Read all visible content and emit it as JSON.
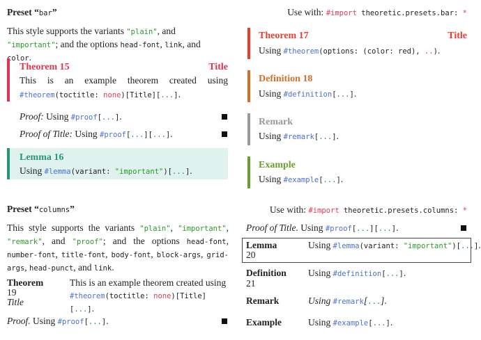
{
  "colors": {
    "theorem_bar": "#e0354f",
    "lemma_bar": "#2a9479",
    "lemma_bg": "#e0f2ee",
    "theorem17": "#f03a2e",
    "definition": "#d0702a",
    "remark": "#999999",
    "example": "#6a9e2e",
    "fn": "#4b6fd6",
    "string": "#2a9a2a",
    "keyword": "#e23b55"
  },
  "icons": {
    "qed": "black-square-icon"
  },
  "bar": {
    "heading": [
      [
        "b",
        "Preset “"
      ],
      [
        "m",
        "bar"
      ],
      [
        "b",
        "”"
      ]
    ],
    "use_with": [
      [
        "t",
        "Use with: "
      ],
      [
        "k",
        "#import"
      ],
      [
        "m",
        " theoretic.presets.bar: "
      ],
      [
        "k",
        "*"
      ]
    ],
    "intro": [
      [
        "t",
        "This style supports the variants "
      ],
      [
        "s",
        "\"plain\""
      ],
      [
        "t",
        ", and "
      ],
      [
        "s",
        "\"important\""
      ],
      [
        "t",
        "; and the options "
      ],
      [
        "m",
        "head-font"
      ],
      [
        "t",
        ", "
      ],
      [
        "m",
        "link"
      ],
      [
        "t",
        ", and "
      ],
      [
        "m",
        "color"
      ],
      [
        "t",
        "."
      ]
    ],
    "thm15_head": [
      [
        "t",
        "Theorem 15"
      ]
    ],
    "thm15_title": [
      [
        "t",
        "Title"
      ]
    ],
    "thm15_body1": [
      [
        "t",
        "This is an example theorem created using"
      ]
    ],
    "thm15_body2": [
      [
        "f",
        "#theorem"
      ],
      [
        "m",
        "(toctitle: "
      ],
      [
        "k",
        "none"
      ],
      [
        "m",
        ")[Title]["
      ],
      [
        "d",
        "..."
      ],
      [
        "m",
        "]"
      ],
      [
        "t",
        "."
      ]
    ],
    "proof": [
      [
        "i",
        "Proof:"
      ],
      [
        "t",
        "  Using "
      ],
      [
        "f",
        "#proof"
      ],
      [
        "m",
        "["
      ],
      [
        "d",
        "..."
      ],
      [
        "m",
        "]"
      ],
      [
        "t",
        "."
      ]
    ],
    "proof_title": [
      [
        "i",
        "Proof of Title:"
      ],
      [
        "t",
        "  Using "
      ],
      [
        "f",
        "#proof"
      ],
      [
        "m",
        "["
      ],
      [
        "d",
        "..."
      ],
      [
        "m",
        "]["
      ],
      [
        "d",
        "..."
      ],
      [
        "m",
        "]"
      ],
      [
        "t",
        "."
      ]
    ],
    "lemma16_head": [
      [
        "t",
        "Lemma 16"
      ]
    ],
    "lemma16_body": [
      [
        "t",
        "Using "
      ],
      [
        "f",
        "#lemma"
      ],
      [
        "m",
        "(variant: "
      ],
      [
        "s",
        "\"important\""
      ],
      [
        "m",
        ")["
      ],
      [
        "d",
        "..."
      ],
      [
        "m",
        "]"
      ],
      [
        "t",
        "."
      ]
    ],
    "thm17_head": [
      [
        "t",
        "Theorem 17"
      ]
    ],
    "thm17_title": [
      [
        "t",
        "Title"
      ]
    ],
    "thm17_body": [
      [
        "t",
        "Using "
      ],
      [
        "f",
        "#theorem"
      ],
      [
        "m",
        "(options: (color: red), "
      ],
      [
        "k",
        ".."
      ],
      [
        "m",
        ")"
      ],
      [
        "t",
        "."
      ]
    ],
    "def18_head": [
      [
        "t",
        "Definition 18"
      ]
    ],
    "def18_body": [
      [
        "t",
        "Using "
      ],
      [
        "f",
        "#definition"
      ],
      [
        "m",
        "["
      ],
      [
        "d",
        "..."
      ],
      [
        "m",
        "]"
      ],
      [
        "t",
        "."
      ]
    ],
    "remark_head": [
      [
        "t",
        "Remark"
      ]
    ],
    "remark_body": [
      [
        "t",
        "Using "
      ],
      [
        "f",
        "#remark"
      ],
      [
        "m",
        "["
      ],
      [
        "d",
        "..."
      ],
      [
        "m",
        "]"
      ],
      [
        "t",
        "."
      ]
    ],
    "example_head": [
      [
        "t",
        "Example"
      ]
    ],
    "example_body": [
      [
        "t",
        "Using "
      ],
      [
        "f",
        "#example"
      ],
      [
        "m",
        "["
      ],
      [
        "d",
        "..."
      ],
      [
        "m",
        "]"
      ],
      [
        "t",
        "."
      ]
    ]
  },
  "columns": {
    "heading": [
      [
        "b",
        "Preset “"
      ],
      [
        "m",
        "columns"
      ],
      [
        "b",
        "”"
      ]
    ],
    "use_with": [
      [
        "t",
        "Use with: "
      ],
      [
        "k",
        "#import"
      ],
      [
        "m",
        " theoretic.presets.columns: "
      ],
      [
        "k",
        "*"
      ]
    ],
    "intro": [
      [
        "t",
        "This style supports the variants "
      ],
      [
        "s",
        "\"plain\""
      ],
      [
        "t",
        ", "
      ],
      [
        "s",
        "\"important\""
      ],
      [
        "t",
        ", "
      ],
      [
        "s",
        "\"remark\""
      ],
      [
        "t",
        ", and "
      ],
      [
        "s",
        "\"proof\""
      ],
      [
        "t",
        "; and the options "
      ],
      [
        "m",
        "head-font"
      ],
      [
        "t",
        ", "
      ],
      [
        "m",
        "number-font"
      ],
      [
        "t",
        ", "
      ],
      [
        "m",
        "title-font"
      ],
      [
        "t",
        ", "
      ],
      [
        "m",
        "body-font"
      ],
      [
        "t",
        ", "
      ],
      [
        "m",
        "block-args"
      ],
      [
        "t",
        ", "
      ],
      [
        "m",
        "grid-args"
      ],
      [
        "t",
        ", "
      ],
      [
        "m",
        "head-punct"
      ],
      [
        "t",
        ", and "
      ],
      [
        "m",
        "link"
      ],
      [
        "t",
        "."
      ]
    ],
    "thm19_label": [
      [
        "b",
        "Theorem"
      ]
    ],
    "thm19_num": [
      [
        "t",
        "19"
      ]
    ],
    "thm19_title": [
      [
        "i",
        "Title"
      ]
    ],
    "thm19_body": [
      [
        "t",
        "This is an example theorem created using "
      ],
      [
        "f",
        "#theorem"
      ],
      [
        "m",
        "(toctitle: "
      ],
      [
        "k",
        "none"
      ],
      [
        "m",
        ")[Title]["
      ],
      [
        "d",
        "..."
      ],
      [
        "m",
        "]"
      ],
      [
        "t",
        "."
      ]
    ],
    "proof": [
      [
        "i",
        "Proof."
      ],
      [
        "t",
        "  Using "
      ],
      [
        "f",
        "#proof"
      ],
      [
        "m",
        "["
      ],
      [
        "d",
        "..."
      ],
      [
        "m",
        "]"
      ],
      [
        "t",
        "."
      ]
    ],
    "proof_title": [
      [
        "i",
        "Proof of Title."
      ],
      [
        "t",
        "  Using "
      ],
      [
        "f",
        "#proof"
      ],
      [
        "m",
        "["
      ],
      [
        "d",
        "..."
      ],
      [
        "m",
        "]["
      ],
      [
        "d",
        "..."
      ],
      [
        "m",
        "]"
      ],
      [
        "t",
        "."
      ]
    ],
    "lemma_label": [
      [
        "b",
        "Lemma"
      ]
    ],
    "lemma_num": [
      [
        "t",
        "20"
      ]
    ],
    "lemma_body": [
      [
        "t",
        "Using "
      ],
      [
        "f",
        "#lemma"
      ],
      [
        "m",
        "(variant: "
      ],
      [
        "s",
        "\"important\""
      ],
      [
        "m",
        ")["
      ],
      [
        "d",
        "..."
      ],
      [
        "m",
        "]"
      ],
      [
        "t",
        "."
      ]
    ],
    "def_label": [
      [
        "b",
        "Definition"
      ]
    ],
    "def_num": [
      [
        "t",
        "21"
      ]
    ],
    "def_body": [
      [
        "t",
        "Using "
      ],
      [
        "f",
        "#definition"
      ],
      [
        "m",
        "["
      ],
      [
        "d",
        "..."
      ],
      [
        "m",
        "]"
      ],
      [
        "t",
        "."
      ]
    ],
    "remark_label": [
      [
        "b",
        "Remark"
      ]
    ],
    "remark_body": [
      [
        "i",
        "Using "
      ],
      [
        "f",
        "#remark"
      ],
      [
        "i",
        "["
      ],
      [
        "d",
        "..."
      ],
      [
        "i",
        "]"
      ],
      [
        "t",
        "."
      ]
    ],
    "example_label": [
      [
        "b",
        "Example"
      ]
    ],
    "example_body": [
      [
        "t",
        "Using "
      ],
      [
        "f",
        "#example"
      ],
      [
        "m",
        "["
      ],
      [
        "d",
        "..."
      ],
      [
        "m",
        "]"
      ],
      [
        "t",
        "."
      ]
    ]
  }
}
